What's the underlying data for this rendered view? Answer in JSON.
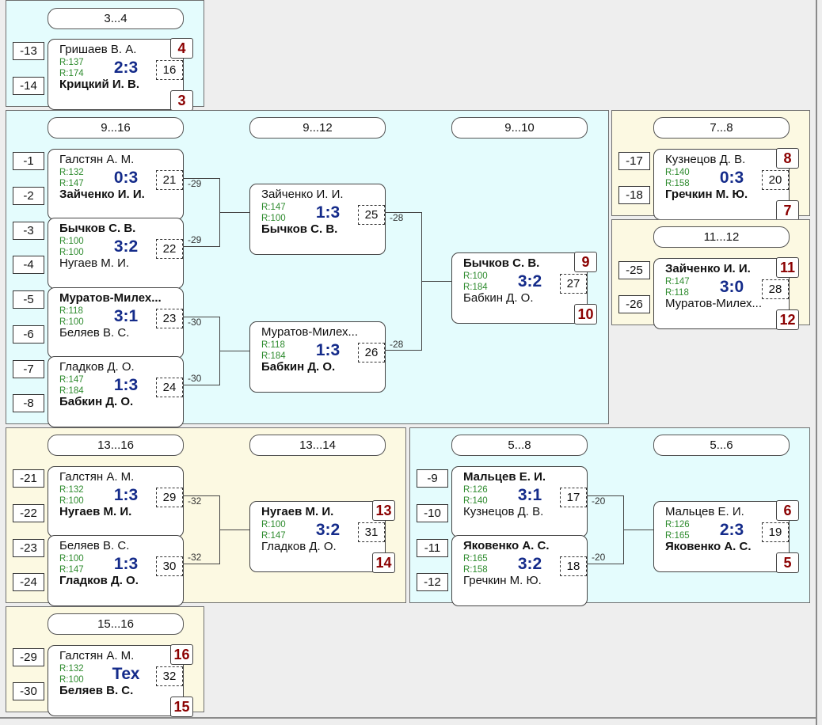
{
  "panels": {
    "p34": {
      "rounds": [
        "3...4"
      ],
      "seeds": [
        "-13",
        "-14"
      ],
      "matches": [
        {
          "p1": "Гришаев В. А.",
          "p2": "Крицкий И. В.",
          "r1": "R:137",
          "r2": "R:174",
          "score": "2:3",
          "num": "16",
          "place1": "4",
          "place2": "3"
        }
      ]
    },
    "p916": {
      "rounds": [
        "9...16",
        "9...12",
        "9...10"
      ],
      "seeds": [
        "-1",
        "-2",
        "-3",
        "-4",
        "-5",
        "-6",
        "-7",
        "-8"
      ],
      "matches": [
        {
          "p1": "Галстян А. М.",
          "p2": "Зайченко И. И.",
          "r1": "R:132",
          "r2": "R:147",
          "score": "0:3",
          "num": "21",
          "loser": "-29"
        },
        {
          "p1": "Бычков С. В.",
          "p2": "Нугаев М. И.",
          "r1": "R:100",
          "r2": "R:100",
          "score": "3:2",
          "num": "22",
          "loser": "-29"
        },
        {
          "p1": "Муратов-Милех...",
          "p2": "Беляев В. С.",
          "r1": "R:118",
          "r2": "R:100",
          "score": "3:1",
          "num": "23",
          "loser": "-30"
        },
        {
          "p1": "Гладков Д. О.",
          "p2": "Бабкин Д. О.",
          "r1": "R:147",
          "r2": "R:184",
          "score": "1:3",
          "num": "24",
          "loser": "-30"
        },
        {
          "p1": "Зайченко И. И.",
          "p2": "Бычков С. В.",
          "r1": "R:147",
          "r2": "R:100",
          "score": "1:3",
          "num": "25",
          "loser": "-28"
        },
        {
          "p1": "Муратов-Милех...",
          "p2": "Бабкин Д. О.",
          "r1": "R:118",
          "r2": "R:184",
          "score": "1:3",
          "num": "26",
          "loser": "-28"
        },
        {
          "p1": "Бычков С. В.",
          "p2": "Бабкин Д. О.",
          "r1": "R:100",
          "r2": "R:184",
          "score": "3:2",
          "num": "27",
          "place1": "9",
          "place2": "10"
        }
      ]
    },
    "p78": {
      "rounds": [
        "7...8"
      ],
      "seeds": [
        "-17",
        "-18"
      ],
      "matches": [
        {
          "p1": "Кузнецов Д. В.",
          "p2": "Гречкин М. Ю.",
          "r1": "R:140",
          "r2": "R:158",
          "score": "0:3",
          "num": "20",
          "place1": "8",
          "place2": "7"
        }
      ]
    },
    "p1112": {
      "rounds": [
        "11...12"
      ],
      "seeds": [
        "-25",
        "-26"
      ],
      "matches": [
        {
          "p1": "Зайченко И. И.",
          "p2": "Муратов-Милех...",
          "r1": "R:147",
          "r2": "R:118",
          "score": "3:0",
          "num": "28",
          "place1": "11",
          "place2": "12"
        }
      ]
    },
    "p1316": {
      "rounds": [
        "13...16",
        "13...14"
      ],
      "seeds": [
        "-21",
        "-22",
        "-23",
        "-24"
      ],
      "matches": [
        {
          "p1": "Галстян А. М.",
          "p2": "Нугаев М. И.",
          "r1": "R:132",
          "r2": "R:100",
          "score": "1:3",
          "num": "29",
          "loser": "-32"
        },
        {
          "p1": "Беляев В. С.",
          "p2": "Гладков Д. О.",
          "r1": "R:100",
          "r2": "R:147",
          "score": "1:3",
          "num": "30",
          "loser": "-32"
        },
        {
          "p1": "Нугаев М. И.",
          "p2": "Гладков Д. О.",
          "r1": "R:100",
          "r2": "R:147",
          "score": "3:2",
          "num": "31",
          "place1": "13",
          "place2": "14"
        }
      ]
    },
    "p58": {
      "rounds": [
        "5...8",
        "5...6"
      ],
      "seeds": [
        "-9",
        "-10",
        "-11",
        "-12"
      ],
      "matches": [
        {
          "p1": "Мальцев Е. И.",
          "p2": "Кузнецов Д. В.",
          "r1": "R:126",
          "r2": "R:140",
          "score": "3:1",
          "num": "17",
          "loser": "-20"
        },
        {
          "p1": "Яковенко А. С.",
          "p2": "Гречкин М. Ю.",
          "r1": "R:165",
          "r2": "R:158",
          "score": "3:2",
          "num": "18",
          "loser": "-20"
        },
        {
          "p1": "Мальцев Е. И.",
          "p2": "Яковенко А. С.",
          "r1": "R:126",
          "r2": "R:165",
          "score": "2:3",
          "num": "19",
          "place1": "6",
          "place2": "5"
        }
      ]
    },
    "p1516": {
      "rounds": [
        "15...16"
      ],
      "seeds": [
        "-29",
        "-30"
      ],
      "matches": [
        {
          "p1": "Галстян А. М.",
          "p2": "Беляев В. С.",
          "r1": "R:132",
          "r2": "R:100",
          "score": "Тех",
          "num": "32",
          "place1": "16",
          "place2": "15"
        }
      ]
    }
  }
}
